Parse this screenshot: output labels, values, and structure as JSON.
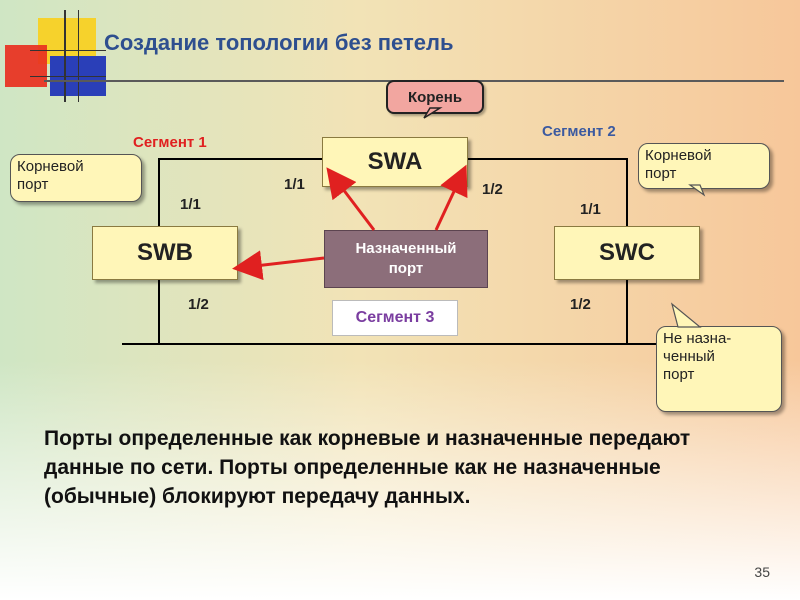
{
  "slide": {
    "title": "Создание топологии без петель",
    "page_number": "35",
    "body_text": "Порты определенные как корневые и назначенные передают данные по сети. Порты определенные как не назначенные (обычные) блокируют передачу данных."
  },
  "diagram": {
    "switches": {
      "swa": "SWA",
      "swb": "SWB",
      "swc": "SWC"
    },
    "designated_port_label": [
      "Назначенный",
      "порт"
    ],
    "root_label": "Корень",
    "segments": {
      "seg1": "Сегмент 1",
      "seg2": "Сегмент 2",
      "seg3": "Сегмент 3"
    },
    "ports": {
      "swa_left": "1/1",
      "swa_right": "1/2",
      "swb_top": "1/1",
      "swb_bottom": "1/2",
      "swc_top": "1/1",
      "swc_bottom": "1/2"
    },
    "callouts": {
      "root_port_left": [
        "Корневой",
        "порт"
      ],
      "root_port_right": [
        "Корневой",
        "порт"
      ],
      "non_designated": [
        "Не назна-",
        "ченный",
        "порт"
      ]
    }
  },
  "colors": {
    "title": "#2e4f8f",
    "arrow": "#e02020",
    "switch_fill": "#fff6b8",
    "designated_fill": "#8c6e7a",
    "segment3_text": "#7a3da0"
  }
}
